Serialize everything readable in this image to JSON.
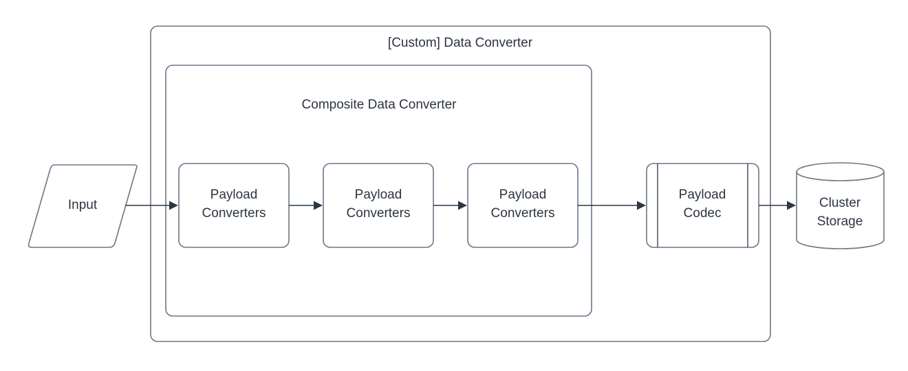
{
  "diagram": {
    "title_text": "[Custom] Data Converter",
    "colors": {
      "background": "#ffffff",
      "shape_border": "#6a7685",
      "connector": "#2f3742",
      "text": "#2c3440"
    },
    "containers": [
      {
        "id": "custom-data-converter",
        "label": "[Custom] Data Converter",
        "shape": "rounded-rectangle"
      },
      {
        "id": "composite-data-converter",
        "label": "Composite Data Converter",
        "shape": "rounded-rectangle"
      }
    ],
    "nodes": [
      {
        "id": "input",
        "label": "Input",
        "shape": "parallelogram"
      },
      {
        "id": "payload-converters-1",
        "label_line1": "Payload",
        "label_line2": "Converters",
        "shape": "rounded-rectangle"
      },
      {
        "id": "payload-converters-2",
        "label_line1": "Payload",
        "label_line2": "Converters",
        "shape": "rounded-rectangle"
      },
      {
        "id": "payload-converters-3",
        "label_line1": "Payload",
        "label_line2": "Converters",
        "shape": "rounded-rectangle"
      },
      {
        "id": "payload-codec",
        "label_line1": "Payload",
        "label_line2": "Codec",
        "shape": "subprocess"
      },
      {
        "id": "cluster-storage",
        "label_line1": "Cluster",
        "label_line2": "Storage",
        "shape": "cylinder"
      }
    ],
    "edges": [
      {
        "id": "edge-input-to-pc1",
        "from": "input",
        "to": "payload-converters-1",
        "arrow": "single"
      },
      {
        "id": "edge-pc1-to-pc2",
        "from": "payload-converters-1",
        "to": "payload-converters-2",
        "arrow": "single"
      },
      {
        "id": "edge-pc2-to-pc3",
        "from": "payload-converters-2",
        "to": "payload-converters-3",
        "arrow": "single"
      },
      {
        "id": "edge-pc3-to-codec",
        "from": "payload-converters-3",
        "to": "payload-codec",
        "arrow": "single"
      },
      {
        "id": "edge-codec-to-storage",
        "from": "payload-codec",
        "to": "cluster-storage",
        "arrow": "single"
      }
    ]
  }
}
